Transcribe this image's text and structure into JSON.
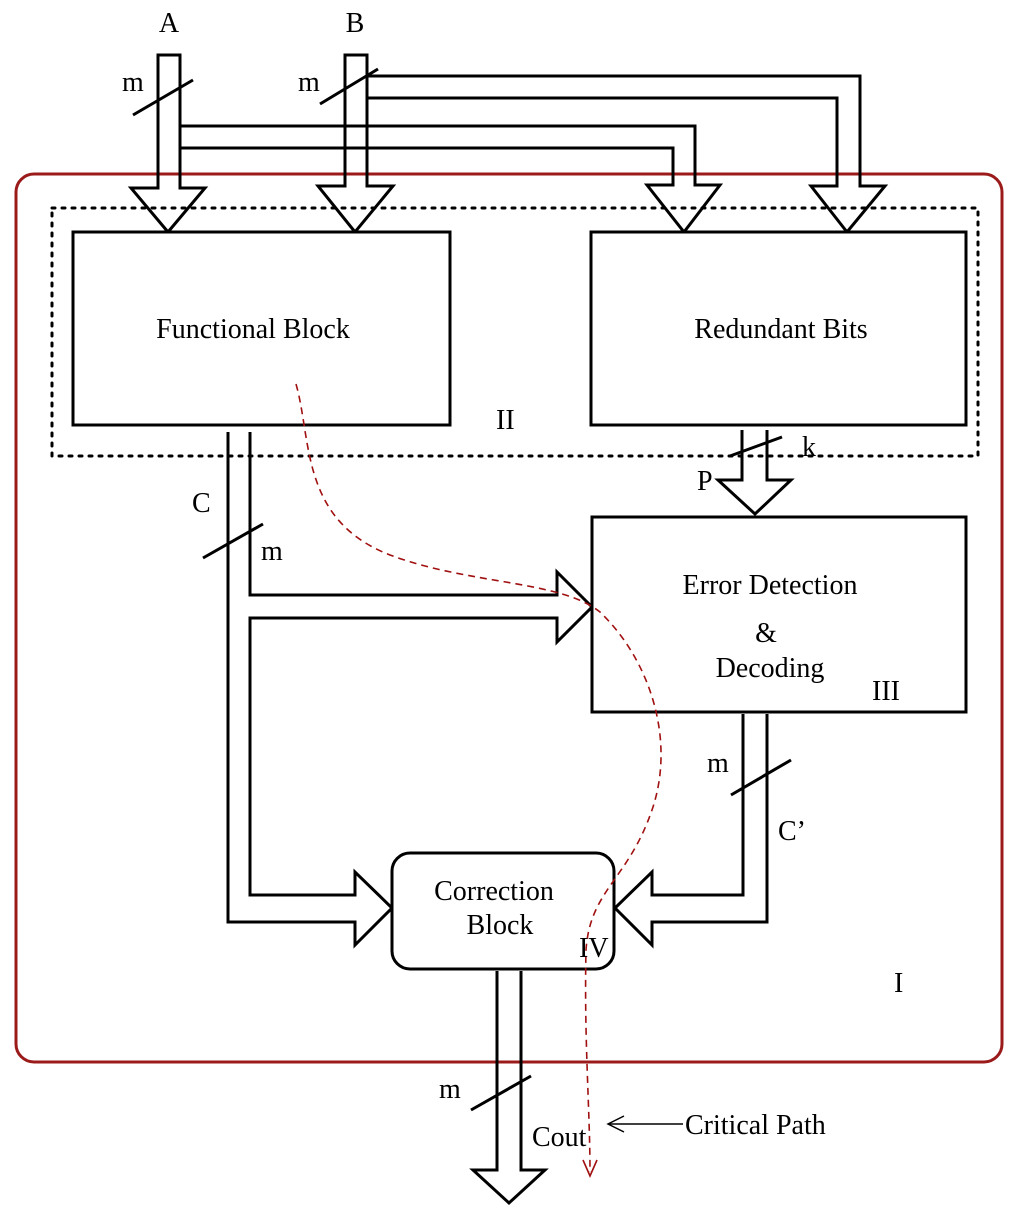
{
  "inputs": {
    "a": "A",
    "b": "B"
  },
  "widths": {
    "a": "m",
    "b": "m",
    "c": "m",
    "p": "k",
    "c_prime": "m",
    "cout": "m"
  },
  "blocks": {
    "functional": "Functional Block",
    "redundant": "Redundant Bits",
    "error_line1": "Error Detection",
    "error_line2": "&",
    "error_line3": "Decoding",
    "correction_line1": "Correction",
    "correction_line2": "Block"
  },
  "regions": {
    "r1": "I",
    "r2": "II",
    "r3": "III",
    "r4": "IV"
  },
  "signals": {
    "c": "C",
    "p": "P",
    "c_prime": "C’",
    "cout": "Cout"
  },
  "annotation": {
    "critical_path": "Critical Path"
  },
  "colors": {
    "outer_border": "#9b1b1b",
    "critical_path": "#a01010",
    "lines": "#000000"
  }
}
